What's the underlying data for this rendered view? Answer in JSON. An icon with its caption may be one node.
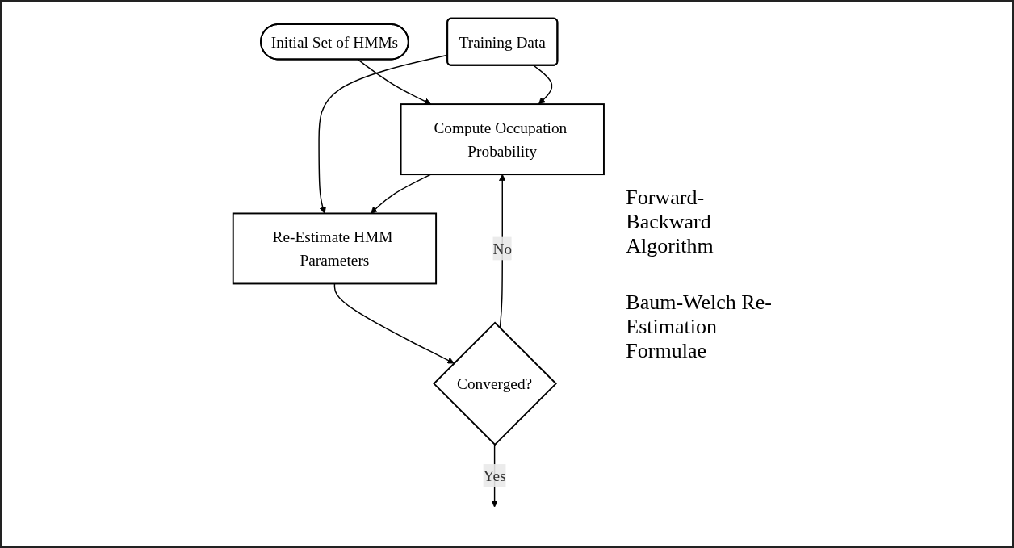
{
  "diagram": {
    "nodes": [
      {
        "text": [
          "Initial Set of HMMs"
        ]
      },
      {
        "text": [
          "Training Data"
        ]
      },
      {
        "text": [
          "Compute Occupation Probability"
        ]
      },
      {
        "text": [
          "Re-Estimate HMM Parameters"
        ]
      },
      {
        "text": [
          "Converged?"
        ]
      }
    ],
    "edges": [
      {
        "from": 0,
        "to": 2,
        "arrow": "to"
      },
      {
        "from": 1,
        "to": 2,
        "arrow": "to"
      },
      {
        "from": 1,
        "to": 3,
        "arrow": "to"
      },
      {
        "from": 2,
        "to": 3,
        "arrow": "to"
      },
      {
        "from": 3,
        "to": 4,
        "arrow": "to"
      },
      {
        "from": 4,
        "to": 2,
        "label": "No",
        "arrow": "to"
      },
      {
        "from": 4,
        "to": null,
        "label": "Yes",
        "arrow": "to"
      }
    ],
    "labels": [
      "Forward-Backward Algorithm",
      "Baum-Welch Re-Estimation Formulae"
    ]
  }
}
